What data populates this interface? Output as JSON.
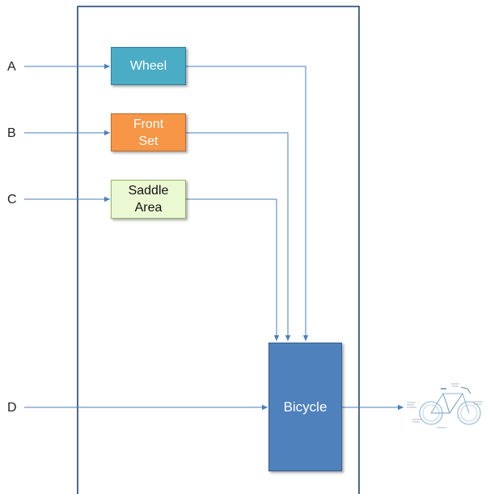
{
  "inputs": {
    "a": "A",
    "b": "B",
    "c": "C",
    "d": "D"
  },
  "boxes": {
    "wheel": "Wheel",
    "front_line1": "Front",
    "front_line2": "Set",
    "saddle_line1": "Saddle",
    "saddle_line2": "Area",
    "bicycle": "Bicycle"
  },
  "colors": {
    "frame": "#3a5a80",
    "arrow": "#4a7ebb",
    "wheel": "#4aacc5",
    "front_set": "#f79646",
    "saddle_area": "#ebf9d3",
    "bicycle": "#4f81bd"
  },
  "icons": {
    "output": "bicycle-blueprint-icon"
  }
}
